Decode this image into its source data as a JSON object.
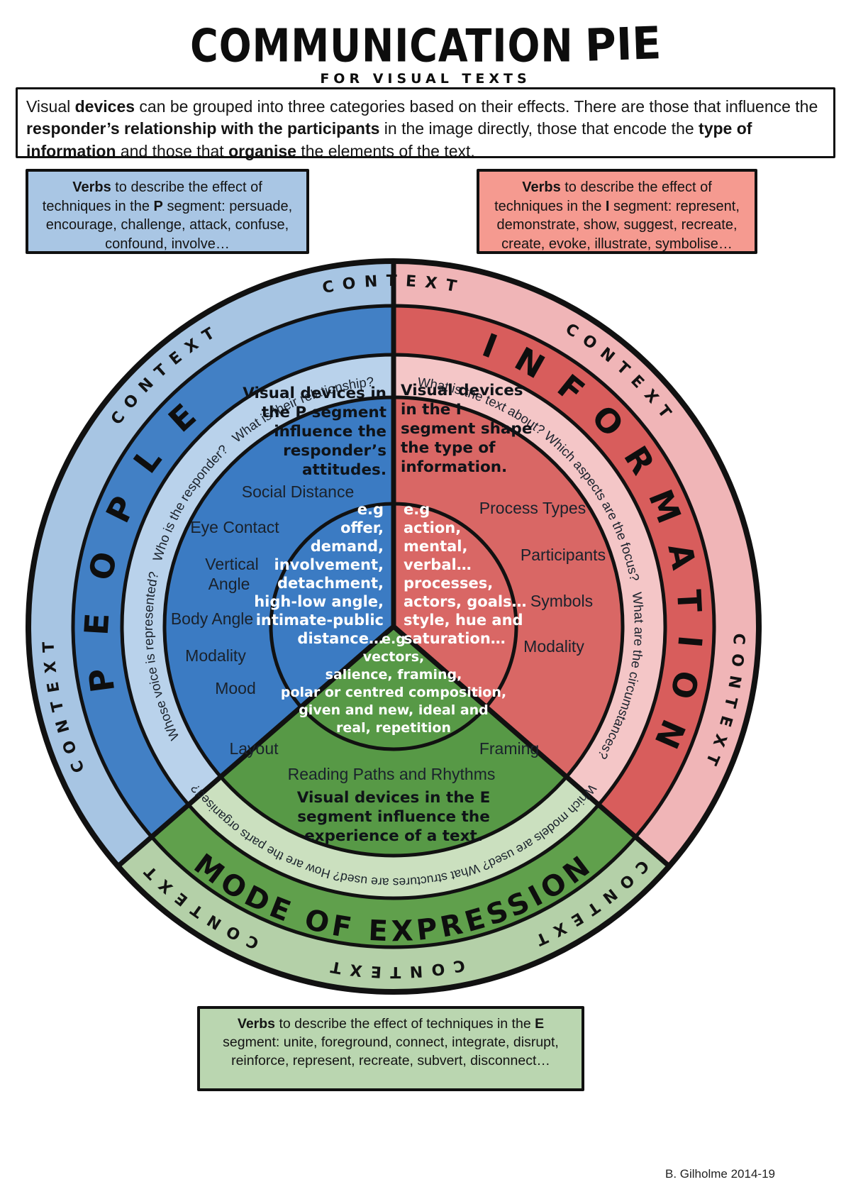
{
  "title": {
    "main": "COMMUNICATION",
    "accent": "PIE",
    "subtitle": "FOR VISUAL TEXTS"
  },
  "intro_runs": [
    [
      "Visual ",
      0
    ],
    [
      "devices",
      1
    ],
    [
      " can be grouped into three categories based on their effects. There are those that influence the ",
      0
    ],
    [
      "responder’s relationship with the participants",
      1
    ],
    [
      " in the image directly, those that encode the ",
      0
    ],
    [
      "type of information",
      1
    ],
    [
      " and those that ",
      0
    ],
    [
      "organise",
      1
    ],
    [
      " the elements of the text.",
      0
    ]
  ],
  "verb_boxes": {
    "p_runs": [
      [
        "Verbs",
        1
      ],
      [
        " to describe the effect of techniques in the ",
        0
      ],
      [
        "P",
        1
      ],
      [
        " segment: persuade, encourage, challenge, attack, confuse, confound, involve…",
        0
      ]
    ],
    "i_runs": [
      [
        "Verbs",
        1
      ],
      [
        " to describe the effect of techniques in the ",
        0
      ],
      [
        "I",
        1
      ],
      [
        " segment: represent, demonstrate, show, suggest, recreate, create, evoke, illustrate, symbolise…",
        0
      ]
    ],
    "e_runs": [
      [
        "Verbs",
        1
      ],
      [
        " to describe the effect of techniques in the ",
        0
      ],
      [
        "E",
        1
      ],
      [
        " segment: unite, foreground, connect, integrate, disrupt, reinforce, represent, recreate, subvert, disconnect…",
        0
      ]
    ]
  },
  "wheel": {
    "context_label": "CONTEXT",
    "colors": {
      "p_ring1": "#a7c5e3",
      "p_ring2": "#4280c5",
      "p_ring3": "#b9d2eb",
      "p_inner": "#3b7bc3",
      "i_ring1": "#f0b5b7",
      "i_ring2": "#d85d5c",
      "i_ring3": "#f4c6c7",
      "i_inner": "#d96765",
      "e_ring1": "#b4d0a8",
      "e_ring2": "#60a04c",
      "e_ring3": "#cbe0bf",
      "e_inner": "#579946",
      "outline": "#111111",
      "box_p_bg": "#a9c6e4",
      "box_i_bg": "#f59a90",
      "box_e_bg": "#bad6b0"
    },
    "p": {
      "name": "PEOPLE",
      "questions": "Whose voice is represented?   Who is the responder?   What is their relationship?",
      "heading": "Visual devices in the P segment influence the responder’s attitudes.",
      "item_lines": [
        "Social Distance",
        "Eye Contact",
        "Vertical",
        "Angle",
        "Body Angle",
        "Modality",
        "Mood"
      ],
      "eg_lines": [
        "e.g",
        "offer,",
        "demand,",
        "involvement,",
        "detachment,",
        "high-low angle,",
        "intimate-public",
        "distance…"
      ]
    },
    "i": {
      "name": "INFORMATION",
      "questions": "What is the text about? Which aspects are the focus?   What are the circumstances?",
      "heading": "Visual devices in the I segment shape the type of information.",
      "items": [
        "Process Types",
        "Participants",
        "Symbols",
        "Modality"
      ],
      "eg_lines": [
        "e.g",
        "action,",
        "mental,",
        "verbal…",
        "processes,",
        "actors, goals…",
        "style, hue and",
        "saturation…"
      ]
    },
    "e": {
      "name": "MODE OF EXPRESSION",
      "questions": "Which models are used? What structures are used? How are the parts organised?",
      "heading": "Visual devices in the E segment influence the experience of a text.",
      "items": [
        "Layout",
        "Framing",
        "Reading Paths and Rhythms"
      ],
      "eg_lines": [
        "e.g",
        "vectors,",
        "salience, framing,",
        "polar or centred composition,",
        "given and new, ideal and",
        "real, repetition"
      ]
    }
  },
  "credit": "B. Gilholme 2014-19"
}
